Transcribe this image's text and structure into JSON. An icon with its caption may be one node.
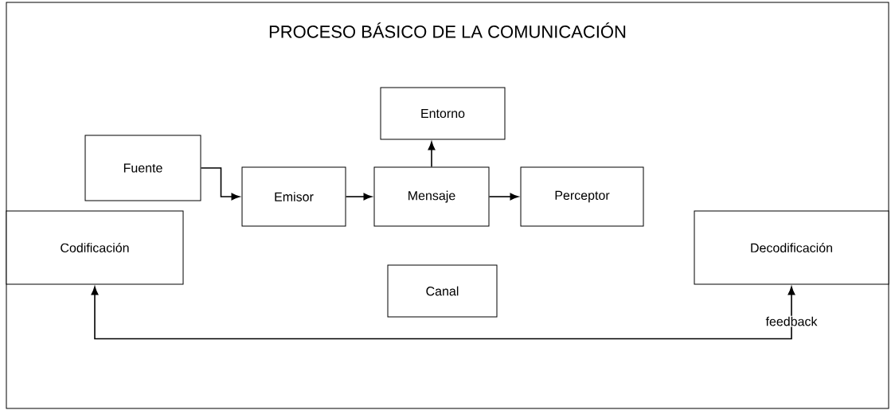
{
  "diagram": {
    "title": "PROCESO BÁSICO DE LA COMUNICACIÓN",
    "nodes": [
      {
        "text": [
          "Entorno"
        ]
      },
      {
        "text": [
          "Fuente"
        ]
      },
      {
        "text": [
          "Emisor"
        ]
      },
      {
        "text": [
          "Mensaje"
        ]
      },
      {
        "text": [
          "Perceptor"
        ]
      },
      {
        "text": [
          "Codificación"
        ]
      },
      {
        "text": [
          "Decodificación"
        ]
      },
      {
        "text": [
          "Canal"
        ]
      }
    ],
    "edges": [
      {
        "from": 1,
        "to": 2,
        "arrow": "to"
      },
      {
        "from": 2,
        "to": 3,
        "arrow": "to"
      },
      {
        "from": 3,
        "to": 4,
        "arrow": "to"
      },
      {
        "from": 3,
        "to": 0,
        "arrow": "to"
      },
      {
        "from": 5,
        "to": 6,
        "arrow": "both",
        "label": "feedback"
      }
    ]
  }
}
